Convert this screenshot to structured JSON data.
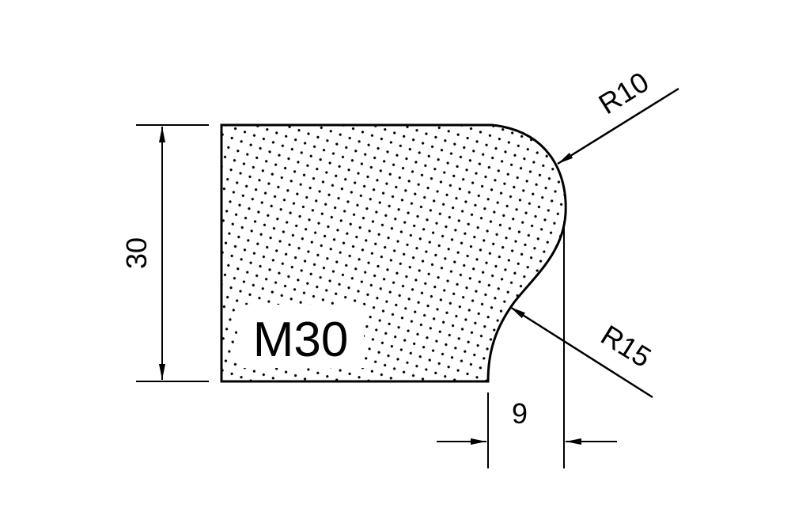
{
  "profile_label": "M30",
  "dimensions": {
    "height": "30",
    "offset": "9",
    "radius_top": "R10",
    "radius_bottom": "R15"
  },
  "colors": {
    "line": "#000000",
    "background": "#ffffff"
  }
}
